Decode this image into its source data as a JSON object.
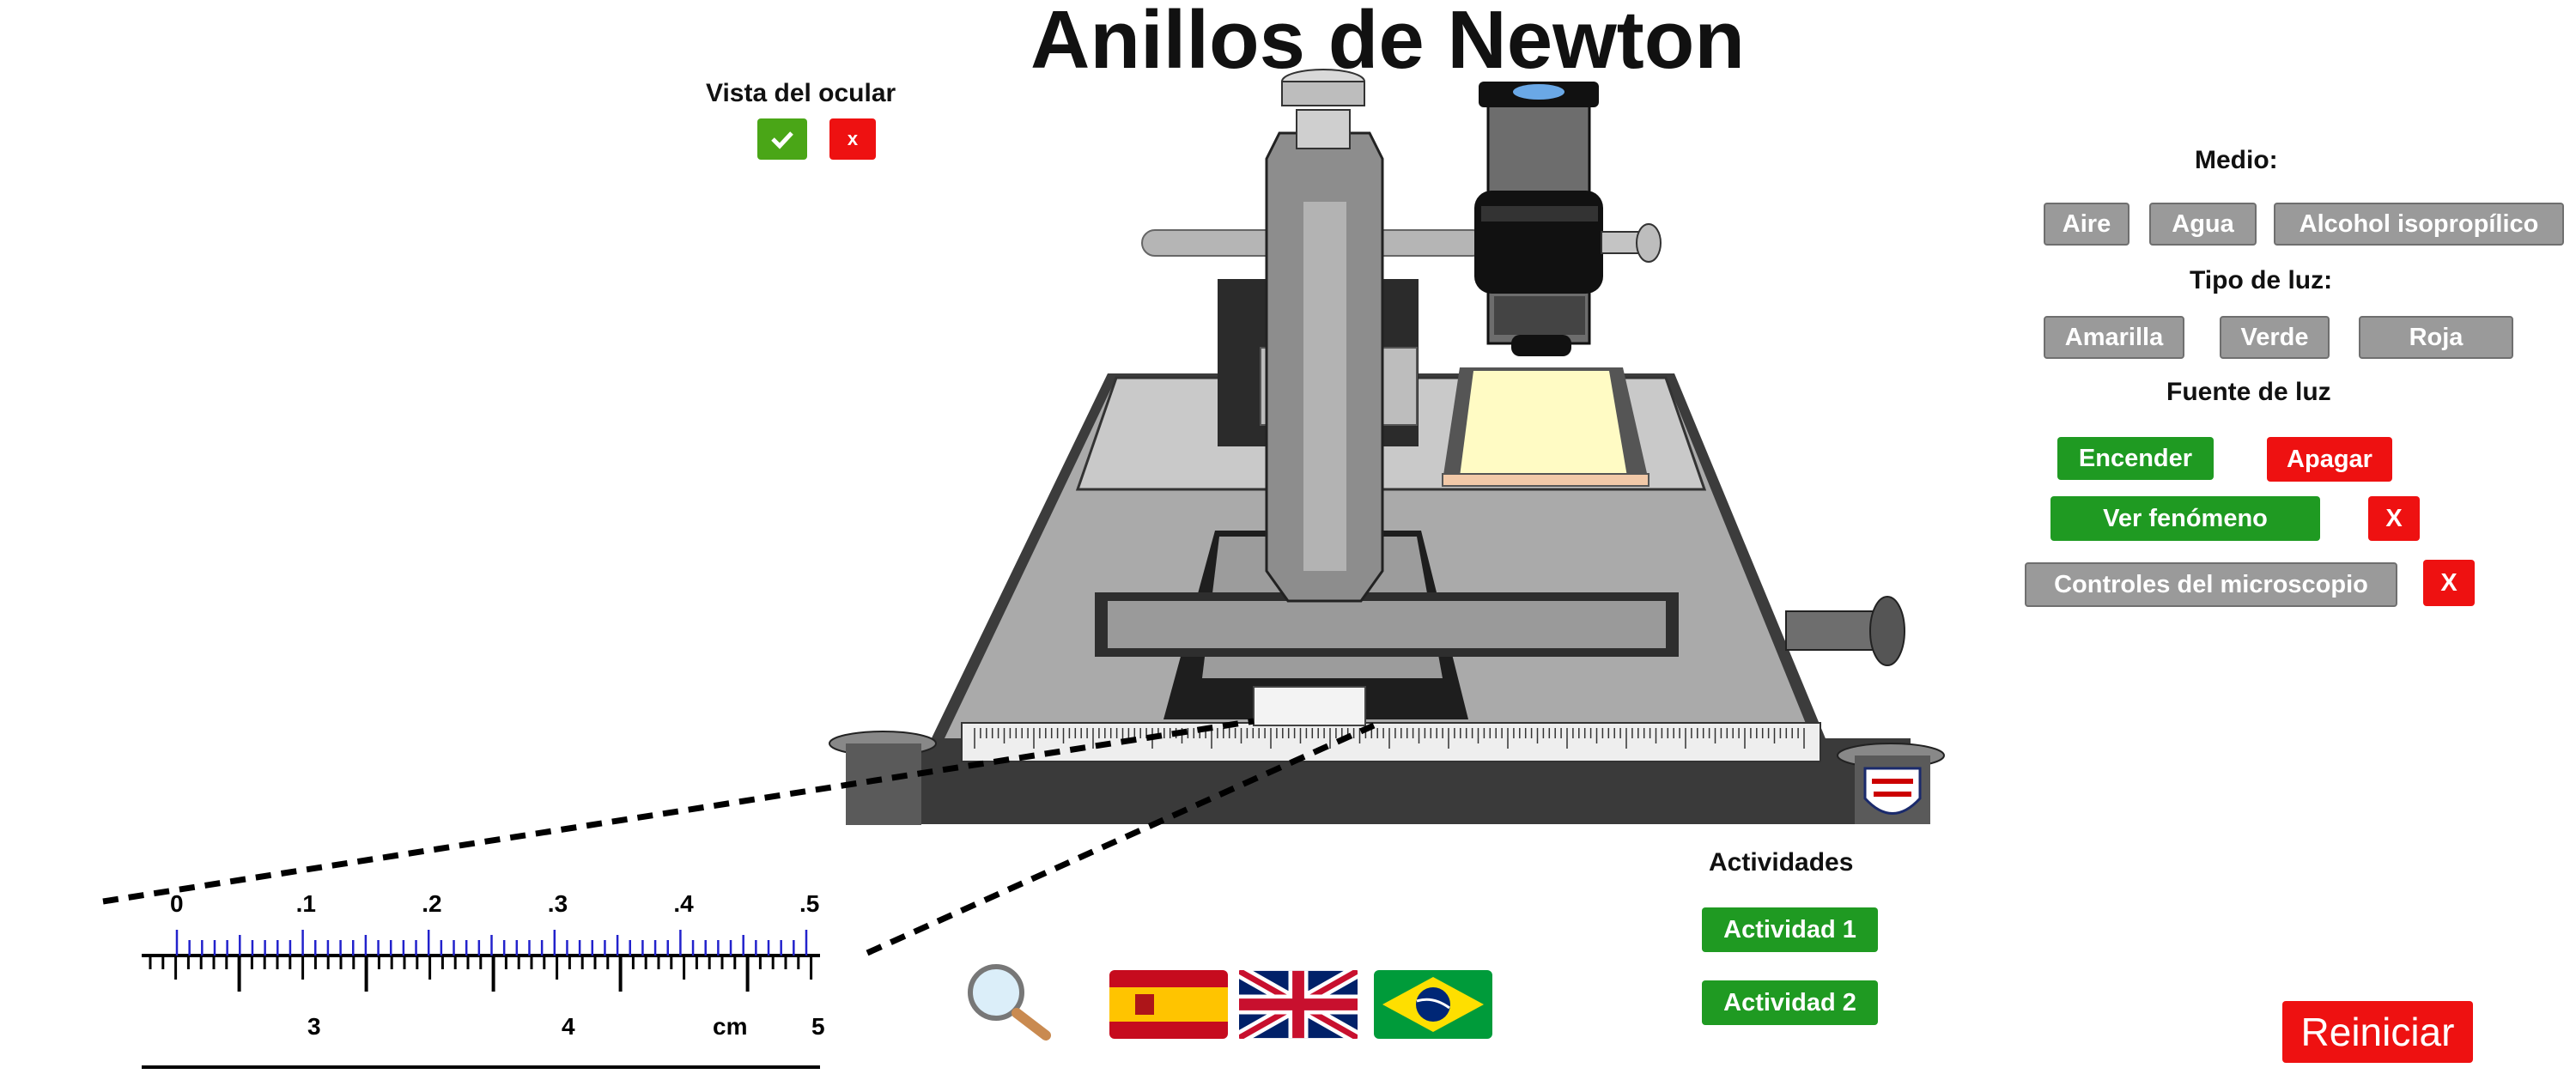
{
  "title": "Anillos de Newton",
  "eyepiece": {
    "label": "Vista del ocular",
    "show_icon": "checkmark-icon",
    "hide_label": "x"
  },
  "medium": {
    "label": "Medio:",
    "options": [
      "Aire",
      "Agua",
      "Alcohol isopropílico"
    ]
  },
  "light_type": {
    "label": "Tipo de luz:",
    "options": [
      "Amarilla",
      "Verde",
      "Roja"
    ]
  },
  "light_source": {
    "label": "Fuente de luz",
    "on_label": "Encender",
    "off_label": "Apagar"
  },
  "phenomenon": {
    "label": "Ver fenómeno",
    "close_label": "X"
  },
  "microscope_controls": {
    "label": "Controles del microscopio",
    "close_label": "X"
  },
  "activities": {
    "label": "Actividades",
    "items": [
      "Actividad 1",
      "Actividad 2"
    ]
  },
  "reset_label": "Reiniciar",
  "vernier": {
    "vernier_labels": [
      "0",
      ".1",
      ".2",
      ".3",
      ".4",
      ".5"
    ],
    "main_labels": [
      "3",
      "4",
      "cm",
      "5"
    ]
  },
  "languages": [
    "spain-flag-icon",
    "uk-flag-icon",
    "brazil-flag-icon"
  ],
  "colors": {
    "green": "#1f9a22",
    "red": "#ee1111",
    "gray_button": "#9a9a9a",
    "vernier_blue": "#2222cc",
    "slide": "#fffbc4"
  }
}
